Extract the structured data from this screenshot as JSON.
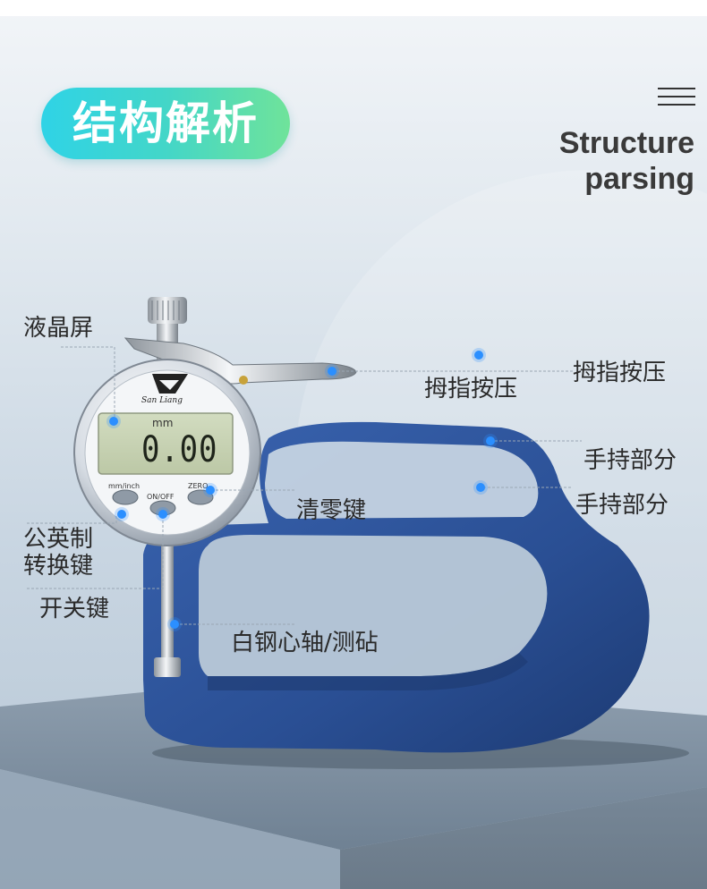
{
  "header": {
    "title_cn": "结构解析",
    "title_en_line1": "Structure",
    "title_en_line2": "parsing"
  },
  "device": {
    "brand": "San Liang",
    "unit": "mm",
    "reading": "0.00",
    "buttons": {
      "unit_toggle": "mm/inch",
      "power": "ON/OFF",
      "zero": "ZERO"
    }
  },
  "callouts": {
    "lcd": "液晶屏",
    "thumb_press_1": "拇指按压",
    "thumb_press_2": "拇指按压",
    "handle_1": "手持部分",
    "handle_2": "手持部分",
    "zero_key": "清零键",
    "unit_key_line1": "公英制",
    "unit_key_line2": "转换键",
    "power_key": "开关键",
    "spindle": "白钢心轴/测砧"
  },
  "colors": {
    "accent_dot": "#2b8fff",
    "frame_blue": "#2a4f94",
    "pill_start": "#2fd3e6",
    "pill_end": "#6fe39a",
    "lcd": "#c8d2b4"
  }
}
